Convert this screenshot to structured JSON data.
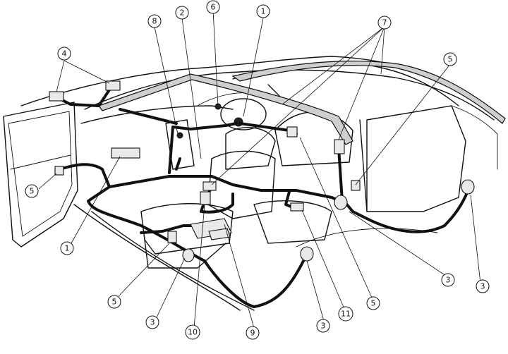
{
  "callouts": [
    {
      "id": "c1-top",
      "label": "1"
    },
    {
      "id": "c2-top",
      "label": "2"
    },
    {
      "id": "c6-top",
      "label": "6"
    },
    {
      "id": "c8-top",
      "label": "8"
    },
    {
      "id": "c7-top",
      "label": "7"
    },
    {
      "id": "c4-top",
      "label": "4"
    },
    {
      "id": "c5-right",
      "label": "5"
    },
    {
      "id": "c5-left",
      "label": "5"
    },
    {
      "id": "c1-left",
      "label": "1"
    },
    {
      "id": "c5-bottom",
      "label": "5"
    },
    {
      "id": "c3-bottom",
      "label": "3"
    },
    {
      "id": "c10-bottom",
      "label": "10"
    },
    {
      "id": "c9-bottom",
      "label": "9"
    },
    {
      "id": "c3-mid",
      "label": "3"
    },
    {
      "id": "c11-bottom",
      "label": "11"
    },
    {
      "id": "c5-bottomright",
      "label": "5"
    },
    {
      "id": "c3-right",
      "label": "3"
    },
    {
      "id": "c3-farright",
      "label": "3"
    }
  ]
}
